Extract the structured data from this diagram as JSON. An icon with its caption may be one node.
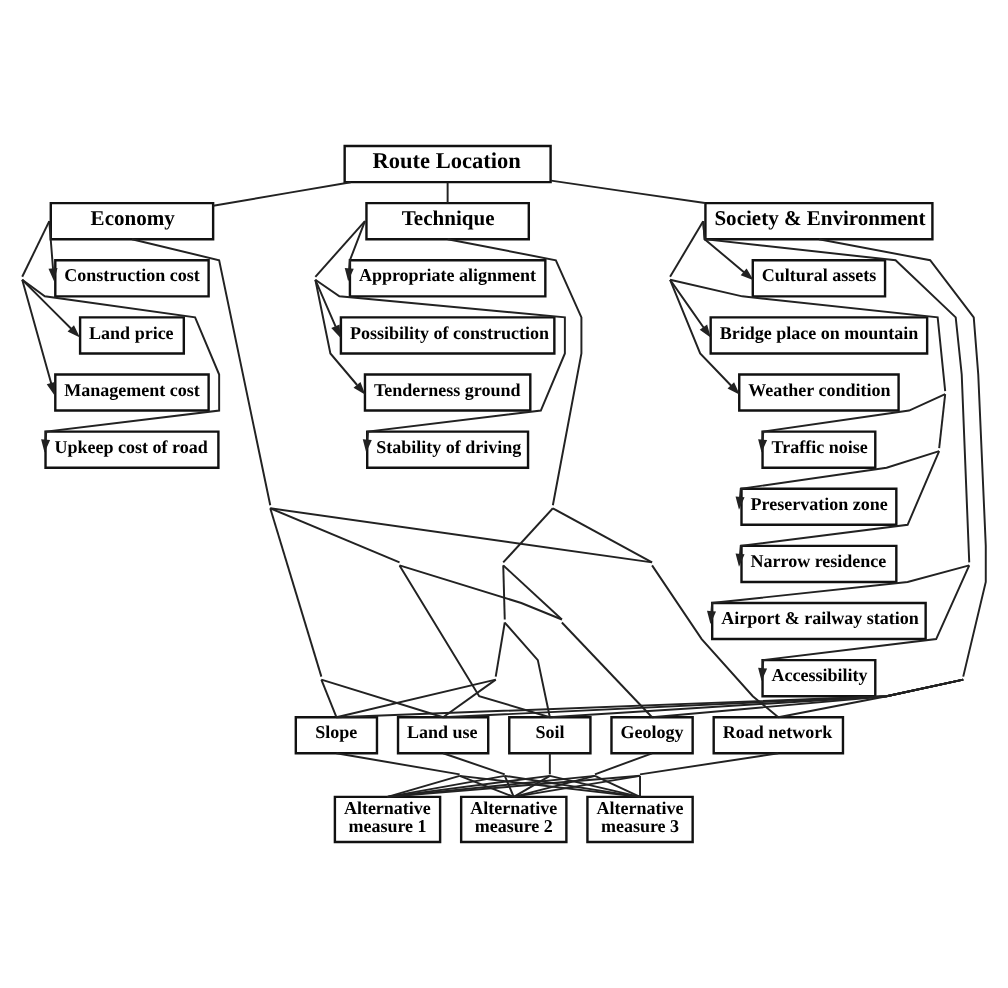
{
  "diagram": {
    "nodes": [
      {
        "text": [
          "Route Location"
        ]
      },
      {
        "text": [
          "Economy"
        ]
      },
      {
        "text": [
          "Technique"
        ]
      },
      {
        "text": [
          "Society & Environment"
        ]
      },
      {
        "text": [
          "Construction cost"
        ]
      },
      {
        "text": [
          "Land price"
        ]
      },
      {
        "text": [
          "Management cost"
        ]
      },
      {
        "text": [
          "Upkeep cost of road"
        ]
      },
      {
        "text": [
          "Appropriate alignment"
        ]
      },
      {
        "text": [
          "Possibility of construction"
        ]
      },
      {
        "text": [
          "Tenderness ground"
        ]
      },
      {
        "text": [
          "Stability of driving"
        ]
      },
      {
        "text": [
          "Cultural assets"
        ]
      },
      {
        "text": [
          "Bridge place on mountain"
        ]
      },
      {
        "text": [
          "Weather condition"
        ]
      },
      {
        "text": [
          "Traffic noise"
        ]
      },
      {
        "text": [
          "Preservation zone"
        ]
      },
      {
        "text": [
          "Narrow residence"
        ]
      },
      {
        "text": [
          "Airport & railway station"
        ]
      },
      {
        "text": [
          "Accessibility"
        ]
      },
      {
        "text": [
          "Slope"
        ]
      },
      {
        "text": [
          "Land use"
        ]
      },
      {
        "text": [
          "Soil"
        ]
      },
      {
        "text": [
          "Geology"
        ]
      },
      {
        "text": [
          "Road network"
        ]
      },
      {
        "text": [
          "Alternative measure 1"
        ]
      },
      {
        "text": [
          "Alternative measure 2"
        ]
      },
      {
        "text": [
          "Alternative measure 3"
        ]
      }
    ],
    "edges": [
      {
        "from": 0,
        "to": 1,
        "arrow": "none"
      },
      {
        "from": 0,
        "to": 2,
        "arrow": "none"
      },
      {
        "from": 0,
        "to": 3,
        "arrow": "none"
      },
      {
        "from": 1,
        "to": 4,
        "arrow": "to"
      },
      {
        "from": 1,
        "to": 5,
        "arrow": "to"
      },
      {
        "from": 1,
        "to": 6,
        "arrow": "to"
      },
      {
        "from": 1,
        "to": 7,
        "arrow": "to"
      },
      {
        "from": 2,
        "to": 8,
        "arrow": "to"
      },
      {
        "from": 2,
        "to": 9,
        "arrow": "to"
      },
      {
        "from": 2,
        "to": 10,
        "arrow": "to"
      },
      {
        "from": 2,
        "to": 11,
        "arrow": "to"
      },
      {
        "from": 3,
        "to": 12,
        "arrow": "to"
      },
      {
        "from": 3,
        "to": 13,
        "arrow": "to"
      },
      {
        "from": 3,
        "to": 14,
        "arrow": "to"
      },
      {
        "from": 3,
        "to": 15,
        "arrow": "to"
      },
      {
        "from": 3,
        "to": 16,
        "arrow": "to"
      },
      {
        "from": 3,
        "to": 17,
        "arrow": "to"
      },
      {
        "from": 3,
        "to": 18,
        "arrow": "to"
      },
      {
        "from": 3,
        "to": 19,
        "arrow": "to"
      },
      {
        "from": 1,
        "to": 20,
        "arrow": "none"
      },
      {
        "from": 1,
        "to": 21,
        "arrow": "none"
      },
      {
        "from": 1,
        "to": 22,
        "arrow": "none"
      },
      {
        "from": 1,
        "to": 23,
        "arrow": "none"
      },
      {
        "from": 1,
        "to": 24,
        "arrow": "none"
      },
      {
        "from": 2,
        "to": 20,
        "arrow": "none"
      },
      {
        "from": 2,
        "to": 21,
        "arrow": "none"
      },
      {
        "from": 2,
        "to": 22,
        "arrow": "none"
      },
      {
        "from": 2,
        "to": 23,
        "arrow": "none"
      },
      {
        "from": 2,
        "to": 24,
        "arrow": "none"
      },
      {
        "from": 3,
        "to": 20,
        "arrow": "none"
      },
      {
        "from": 3,
        "to": 21,
        "arrow": "none"
      },
      {
        "from": 3,
        "to": 22,
        "arrow": "none"
      },
      {
        "from": 3,
        "to": 23,
        "arrow": "none"
      },
      {
        "from": 3,
        "to": 24,
        "arrow": "none"
      },
      {
        "from": 20,
        "to": 25,
        "arrow": "none"
      },
      {
        "from": 20,
        "to": 26,
        "arrow": "none"
      },
      {
        "from": 20,
        "to": 27,
        "arrow": "none"
      },
      {
        "from": 21,
        "to": 25,
        "arrow": "none"
      },
      {
        "from": 21,
        "to": 26,
        "arrow": "none"
      },
      {
        "from": 21,
        "to": 27,
        "arrow": "none"
      },
      {
        "from": 22,
        "to": 25,
        "arrow": "none"
      },
      {
        "from": 22,
        "to": 26,
        "arrow": "none"
      },
      {
        "from": 22,
        "to": 27,
        "arrow": "none"
      },
      {
        "from": 23,
        "to": 25,
        "arrow": "none"
      },
      {
        "from": 23,
        "to": 26,
        "arrow": "none"
      },
      {
        "from": 23,
        "to": 27,
        "arrow": "none"
      },
      {
        "from": 24,
        "to": 25,
        "arrow": "none"
      },
      {
        "from": 24,
        "to": 26,
        "arrow": "none"
      },
      {
        "from": 24,
        "to": 27,
        "arrow": "none"
      }
    ]
  }
}
